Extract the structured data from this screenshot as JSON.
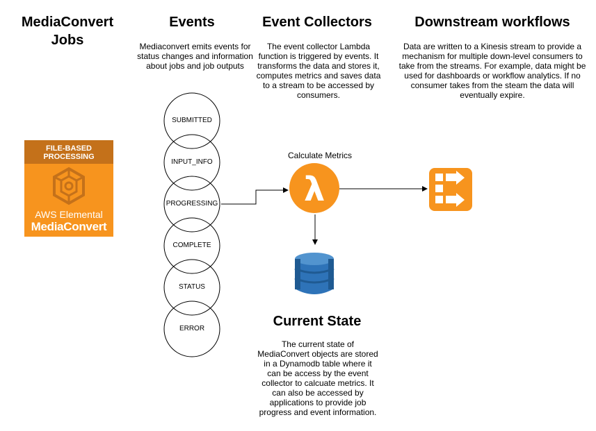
{
  "headings": {
    "jobs": "MediaConvert Jobs",
    "events": "Events",
    "collectors": "Event Collectors",
    "downstream": "Downstream workflows",
    "current_state": "Current State"
  },
  "descriptions": {
    "events": "Mediaconvert emits events for status changes and information about jobs and job outputs",
    "collectors": "The event collector Lambda function is triggered by events.  It transforms the data and stores it, computes metrics and saves data to a stream to be accessed by consumers.",
    "downstream": "Data are written to a Kinesis stream to provide a mechanism for multiple down-level consumers to take from the streams.  For example, data might be used for dashboards or workflow analytics.  If no consumer takes from the steam the data will eventually expire.",
    "current_state": "The current state of MediaConvert objects are stored in a Dynamodb table where it can be access by the event collector to calcuate metrics. It can also be accessed by applications to provide job progress and event information."
  },
  "events": [
    "SUBMITTED",
    "INPUT_INFO",
    "PROGRESSING",
    "COMPLETE",
    "STATUS",
    "ERROR"
  ],
  "lambda_label": "Calculate Metrics",
  "mediaconvert_logo": {
    "top_text": "FILE-BASED PROCESSING",
    "line1": "AWS Elemental",
    "line2": "MediaConvert"
  },
  "colors": {
    "aws_orange": "#f7941e",
    "aws_orange_dark": "#c4711a",
    "dynamodb_blue": "#2e73b8",
    "dynamodb_dark": "#1f5a92"
  },
  "icons": {
    "lambda": "lambda-icon",
    "kinesis": "kinesis-icon",
    "dynamodb": "dynamodb-icon",
    "mediaconvert": "mediaconvert-icon"
  }
}
